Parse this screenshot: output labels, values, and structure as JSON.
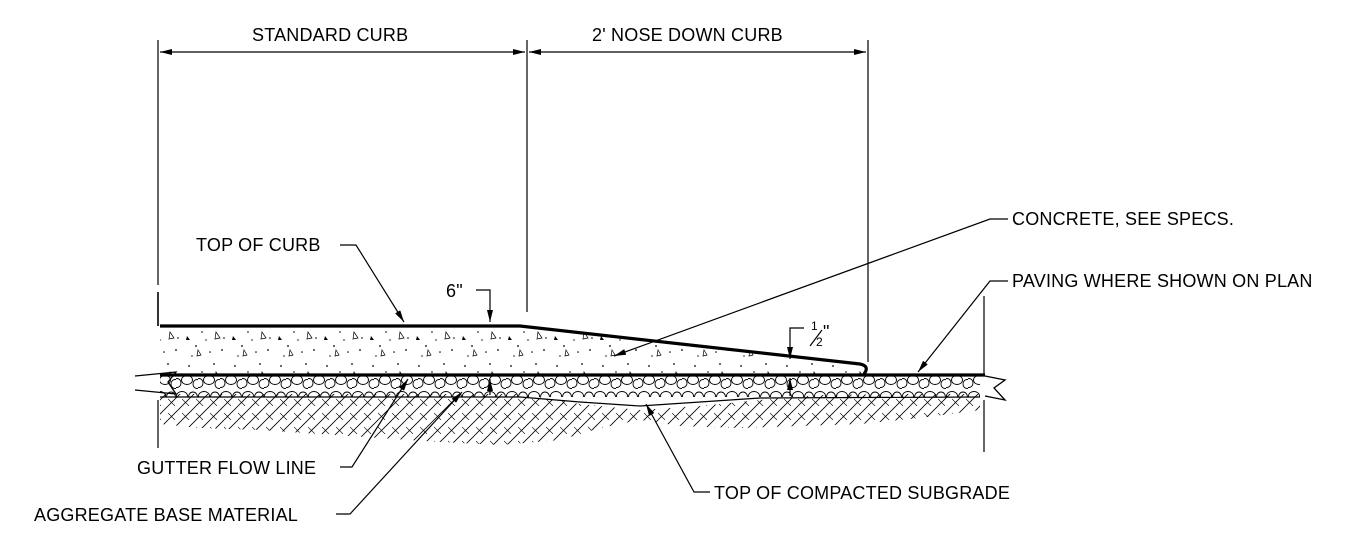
{
  "labels": {
    "standard_curb": "STANDARD CURB",
    "nose_down_curb": "2' NOSE DOWN CURB",
    "concrete": "CONCRETE, SEE SPECS.",
    "top_of_curb": "TOP OF CURB",
    "paving": "PAVING WHERE SHOWN ON PLAN",
    "six_inch": "6\"",
    "half_inch_num": "1",
    "half_inch_den": "2",
    "half_inch_mark": "\"",
    "gutter_flow_line": "GUTTER FLOW LINE",
    "aggregate_base": "AGGREGATE BASE MATERIAL",
    "top_subgrade": "TOP OF COMPACTED SUBGRADE"
  }
}
